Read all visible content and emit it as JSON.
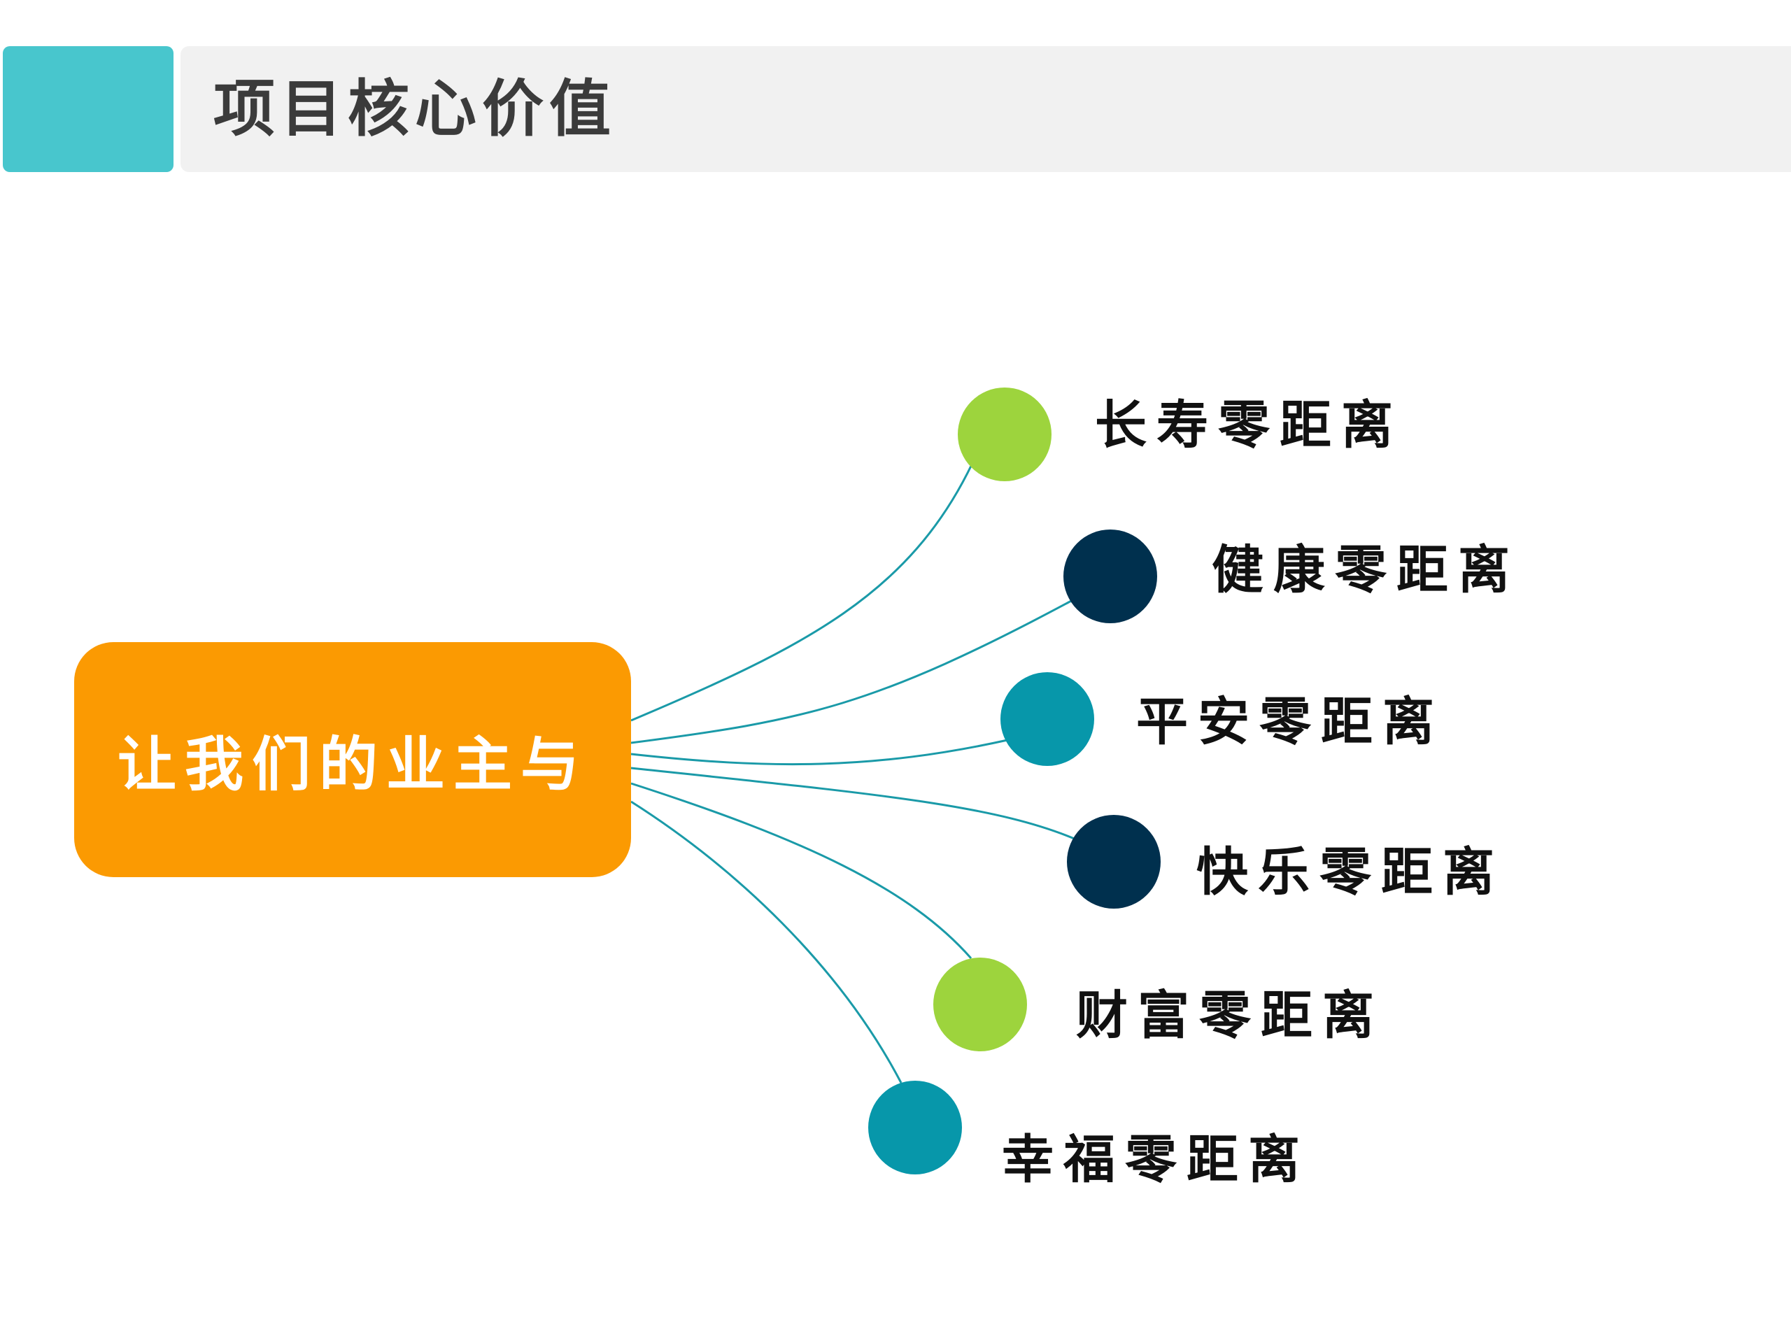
{
  "title": "项目核心价值",
  "center": {
    "label": "让我们的业主与"
  },
  "colors": {
    "accent_teal": "#48c6cd",
    "center_orange": "#fb9a02",
    "line": "#1a9aa8",
    "green": "#9dd43d",
    "navy": "#00304e",
    "teal": "#0797aa"
  },
  "nodes": [
    {
      "label": "长寿零距离",
      "color": "#9dd43d"
    },
    {
      "label": "健康零距离",
      "color": "#00304e"
    },
    {
      "label": "平安零距离",
      "color": "#0797aa"
    },
    {
      "label": "快乐零距离",
      "color": "#00304e"
    },
    {
      "label": "财富零距离",
      "color": "#9dd43d"
    },
    {
      "label": "幸福零距离",
      "color": "#0797aa"
    }
  ]
}
